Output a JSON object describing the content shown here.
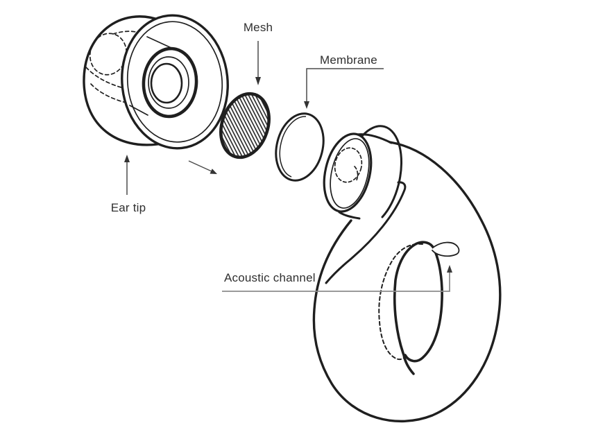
{
  "figure": {
    "type": "exploded-diagram",
    "subject": "earplug-components",
    "background_color": "#ffffff",
    "ink_color": "#1f1f1f",
    "callout_line_color": "#8c8c8c",
    "arrow_color": "#4a4a4a",
    "label_color": "#2f2f2f",
    "labels": {
      "ear_tip": "Ear tip",
      "mesh": "Mesh",
      "membrane": "Membrane",
      "acoustic_channel": "Acoustic channel"
    }
  }
}
